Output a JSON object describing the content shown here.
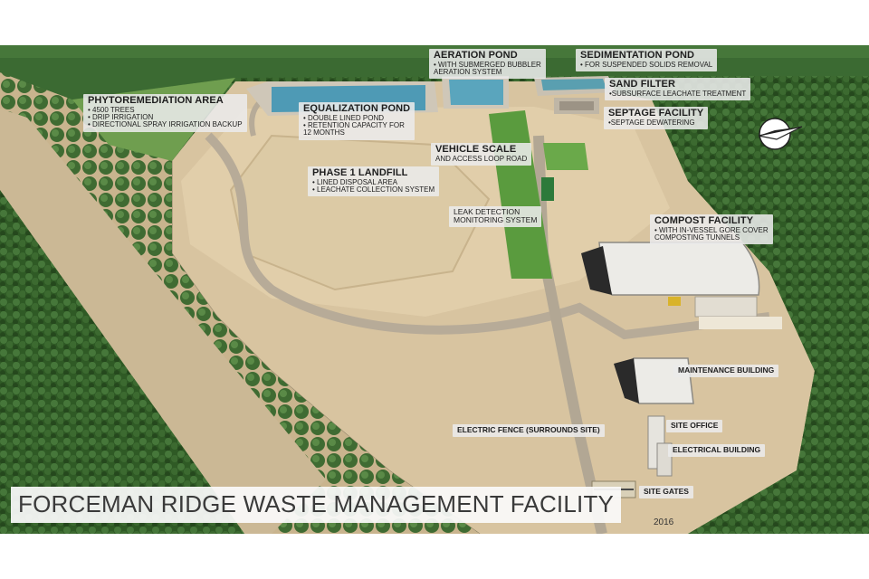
{
  "title": "FORCEMAN RIDGE WASTE MANAGEMENT FACILITY",
  "year": "2016",
  "icons": {
    "compass": "north-arrow-icon"
  },
  "labels": {
    "phytoremediation": {
      "title": "PHYTOREMEDIATION AREA",
      "lines": [
        "• 4500 TREES",
        "• DRIP IRRIGATION",
        "• DIRECTIONAL SPRAY IRRIGATION BACKUP"
      ]
    },
    "equalization": {
      "title": "EQUALIZATION POND",
      "lines": [
        "• DOUBLE LINED POND",
        "• RETENTION CAPACITY FOR",
        "12 MONTHS"
      ]
    },
    "aeration": {
      "title": "AERATION POND",
      "lines": [
        "• WITH SUBMERGED BUBBLER",
        "AERATION SYSTEM"
      ]
    },
    "sedimentation": {
      "title": "SEDIMENTATION POND",
      "lines": [
        "• FOR SUSPENDED SOLIDS REMOVAL"
      ]
    },
    "sand_filter": {
      "title": "SAND FILTER",
      "lines": [
        "•SUBSURFACE LEACHATE TREATMENT"
      ]
    },
    "septage": {
      "title": "SEPTAGE FACILITY",
      "lines": [
        "•SEPTAGE DEWATERING"
      ]
    },
    "vehicle_scale": {
      "title": "VEHICLE SCALE",
      "lines": [
        "AND ACCESS LOOP ROAD"
      ]
    },
    "landfill": {
      "title": "PHASE 1 LANDFILL",
      "lines": [
        "• LINED DISPOSAL AREA",
        "• LEACHATE COLLECTION SYSTEM"
      ]
    },
    "leak_detection": {
      "lines": [
        "LEAK DETECTION",
        "MONITORING SYSTEM"
      ]
    },
    "compost": {
      "title": "COMPOST FACILITY",
      "lines": [
        "• WITH IN-VESSEL GORE COVER",
        "COMPOSTING TUNNELS"
      ]
    },
    "maintenance": {
      "text": "MAINTENANCE BUILDING"
    },
    "site_office": {
      "text": "SITE OFFICE"
    },
    "electrical": {
      "text": "ELECTRICAL BUILDING"
    },
    "electric_fence": {
      "text": "ELECTRIC FENCE (SURROUNDS SITE)"
    },
    "site_gates": {
      "text": "SITE GATES"
    }
  }
}
